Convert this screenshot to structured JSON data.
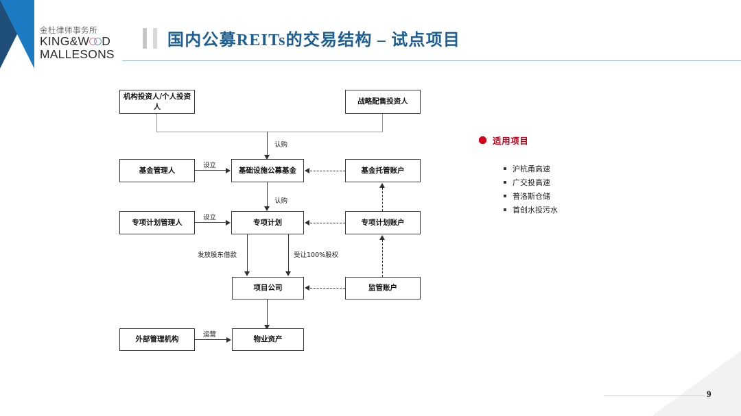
{
  "brand": {
    "logo_cn": "金杜律师事务所",
    "logo_en_line1_a": "KING&W",
    "logo_en_line1_b": "D",
    "logo_en_line2": "MALLESONS",
    "accent_blue_dark": "#1f4e79",
    "accent_blue_light": "#1b7cc4"
  },
  "header": {
    "title": "国内公募REITs的交易结构 – 试点项目",
    "title_color": "#1e5f93"
  },
  "diagram": {
    "nodes": {
      "institutional_investors": "机构投资人/个人投资人",
      "strategic_investors": "战略配售投资人",
      "fund_manager": "基金管理人",
      "public_fund": "基础设施公募基金",
      "fund_custody_account": "基金托管账户",
      "abs_manager": "专项计划管理人",
      "abs_plan": "专项计划",
      "abs_plan_account": "专项计划账户",
      "project_company": "项目公司",
      "supervision_account": "监管账户",
      "external_manager": "外部管理机构",
      "property_asset": "物业资产"
    },
    "edge_labels": {
      "subscribe_fund": "认购",
      "establish_fund": "设立",
      "subscribe_abs": "认购",
      "establish_abs": "设立",
      "shareholder_loan": "发放股东借款",
      "equity_transfer": "受让100%股权",
      "operation": "运营"
    }
  },
  "panel": {
    "title": "适用项目",
    "title_color": "#c00018",
    "items": [
      "沪杭甬高速",
      "广交投高速",
      "普洛斯仓储",
      "首创水投污水"
    ]
  },
  "footer": {
    "page_number": "9"
  }
}
